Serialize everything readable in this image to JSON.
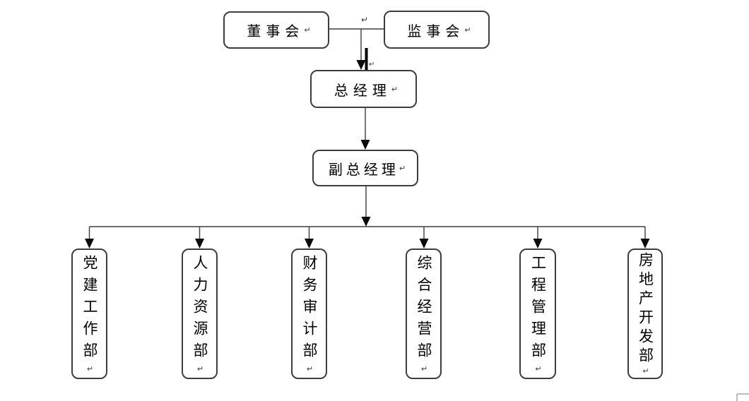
{
  "diagram": {
    "type": "org-chart",
    "paragraph_mark": "↵",
    "colors": {
      "background": "#ffffff",
      "line": "#3d3d3d",
      "arrowhead": "#0a0a0a",
      "box_border": "#3d3d3d",
      "text": "#000000",
      "page_corner_mark": "#a6a6a6"
    },
    "nodes": {
      "board": {
        "label": "董事会"
      },
      "supervisory": {
        "label": "监事会"
      },
      "general_manager": {
        "label": "总经理"
      },
      "deputy_general_manager": {
        "label": "副总经理"
      },
      "departments": [
        {
          "label": "党建工作部"
        },
        {
          "label": "人力资源部"
        },
        {
          "label": "财务审计部"
        },
        {
          "label": "综合经营部"
        },
        {
          "label": "工程管理部"
        },
        {
          "label": "房地产开发部"
        }
      ]
    },
    "edges": [
      {
        "from": "董事会",
        "to": "监事会",
        "style": "line"
      },
      {
        "from": "董事会/监事会",
        "to": "总经理",
        "style": "arrow"
      },
      {
        "from": "总经理",
        "to": "副总经理",
        "style": "arrow"
      },
      {
        "from": "副总经理",
        "to": "党建工作部",
        "style": "arrow"
      },
      {
        "from": "副总经理",
        "to": "人力资源部",
        "style": "arrow"
      },
      {
        "from": "副总经理",
        "to": "财务审计部",
        "style": "arrow"
      },
      {
        "from": "副总经理",
        "to": "综合经营部",
        "style": "arrow"
      },
      {
        "from": "副总经理",
        "to": "工程管理部",
        "style": "arrow"
      },
      {
        "from": "副总经理",
        "to": "房地产开发部",
        "style": "arrow"
      }
    ]
  }
}
